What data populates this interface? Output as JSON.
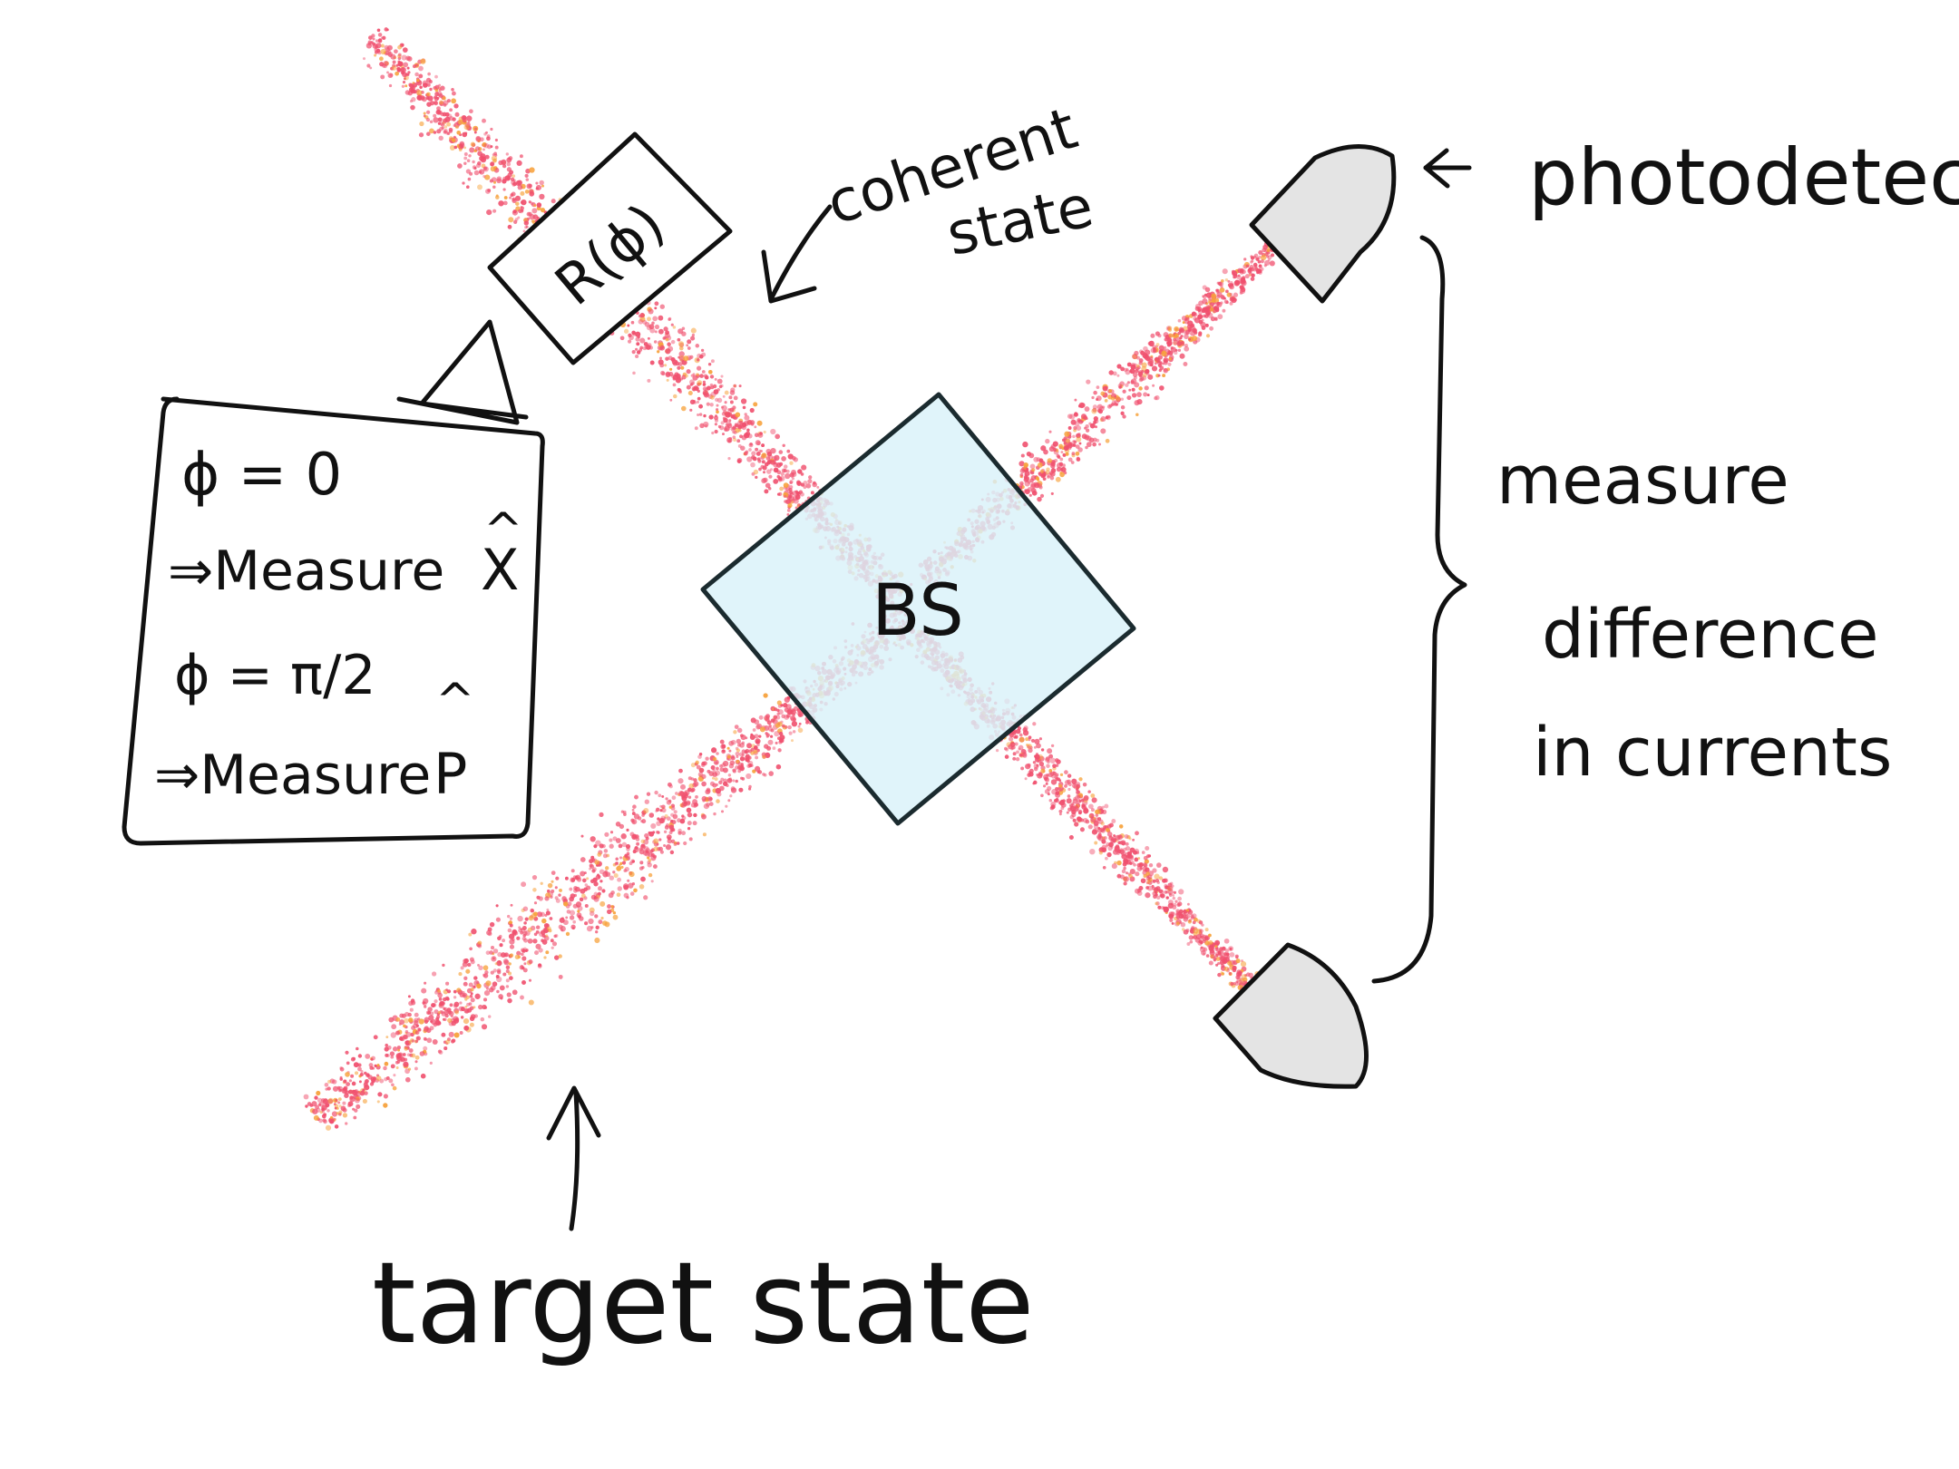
{
  "diagram": {
    "labels": {
      "coherent_state_line1": "coherent",
      "coherent_state_line2": "state",
      "photodetector": "photodetector",
      "rotation": "R(ϕ)",
      "beam_splitter": "BS",
      "measure": "measure",
      "difference": "difference",
      "in_currents": "in currents",
      "target_state": "target state"
    },
    "callout": {
      "line1": "ϕ = 0",
      "line2": "⇒Measure",
      "line2_operator": "X",
      "line3": "ϕ = π/2",
      "line4": "⇒Measure",
      "line4_operator": "P",
      "hat": "^"
    },
    "colors": {
      "beam": "#f0506e",
      "beam_highlight": "#f7a23c",
      "beam_splitter_fill": "#d9f1f9",
      "detector_fill": "#e4e4e4",
      "ink": "#111111"
    }
  }
}
